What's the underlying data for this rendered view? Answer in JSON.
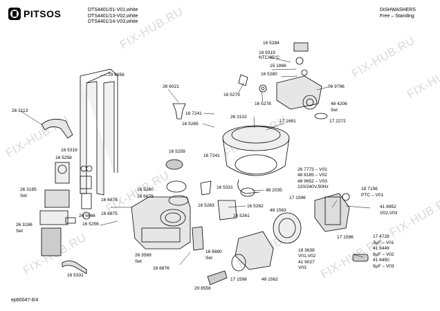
{
  "header": {
    "brand": "PITSOS",
    "models": [
      "DTS4401/01-V01,white",
      "DTS4401/13-V02,white",
      "DTS4401/14-V03,white"
    ],
    "category": "DISHWASHERS",
    "subcategory": "Free – Standing"
  },
  "footer_code": "ep60047-6/4",
  "watermark": "FIX-HUB.RU",
  "labels": [
    {
      "id": "l-165284",
      "text": "16 5284"
    },
    {
      "id": "l-189319",
      "text": "18 9319"
    },
    {
      "id": "l-ntc",
      "text": "NTC/85°C"
    },
    {
      "id": "l-151866",
      "text": "15 1866"
    },
    {
      "id": "l-165280",
      "text": "16 5280"
    },
    {
      "id": "l-069796",
      "text": "06 9796"
    },
    {
      "id": "l-165279",
      "text": "16 5279"
    },
    {
      "id": "l-165278",
      "text": "16 5278"
    },
    {
      "id": "l-484206",
      "text": "48 4206"
    },
    {
      "id": "l-set-484206",
      "text": "Set"
    },
    {
      "id": "l-298656",
      "text": "29 8656"
    },
    {
      "id": "l-266021",
      "text": "26 6021"
    },
    {
      "id": "l-263113",
      "text": "26 3113"
    },
    {
      "id": "l-167241a",
      "text": "16 7241"
    },
    {
      "id": "l-263102",
      "text": "26 3102"
    },
    {
      "id": "l-171681",
      "text": "17 1681"
    },
    {
      "id": "l-172272",
      "text": "17 2272"
    },
    {
      "id": "l-165265",
      "text": "16 5265"
    },
    {
      "id": "l-165318",
      "text": "16 5318"
    },
    {
      "id": "l-165258",
      "text": "16 5258"
    },
    {
      "id": "l-165259",
      "text": "16 5259"
    },
    {
      "id": "l-167241b",
      "text": "16 7241"
    },
    {
      "id": "l-263185",
      "text": "26 3185"
    },
    {
      "id": "l-set-263185",
      "text": "Set"
    },
    {
      "id": "l-165260",
      "text": "16 5260"
    },
    {
      "id": "l-166879",
      "text": "16 6879"
    },
    {
      "id": "l-166878",
      "text": "16 6878"
    },
    {
      "id": "l-165331a",
      "text": "16 5331"
    },
    {
      "id": "l-482035",
      "text": "48 2035"
    },
    {
      "id": "l-267773",
      "text": "26 7773 – V01"
    },
    {
      "id": "l-488185",
      "text": "48 8185 – V02"
    },
    {
      "id": "l-489652",
      "text": "48 9652 – V03"
    },
    {
      "id": "l-volt",
      "text": "220/240V,50Hz"
    },
    {
      "id": "l-187156",
      "text": "18 7156"
    },
    {
      "id": "l-ptc",
      "text": "PTC – V01"
    },
    {
      "id": "l-171596a",
      "text": "17 1596"
    },
    {
      "id": "l-418952",
      "text": "41 8952"
    },
    {
      "id": "l-v0203",
      "text": "V02,V03"
    },
    {
      "id": "l-165263",
      "text": "16 5263"
    },
    {
      "id": "l-165262",
      "text": "16 5262"
    },
    {
      "id": "l-165261",
      "text": "16 5261"
    },
    {
      "id": "l-481563",
      "text": "48 1563"
    },
    {
      "id": "l-263186",
      "text": "26 3186"
    },
    {
      "id": "l-set-263186",
      "text": "Set"
    },
    {
      "id": "l-265666",
      "text": "26 5666"
    },
    {
      "id": "l-166875",
      "text": "16 6875"
    },
    {
      "id": "l-165256",
      "text": "16 5256"
    },
    {
      "id": "l-171596b",
      "text": "17 1596"
    },
    {
      "id": "l-174728",
      "text": "17 4728"
    },
    {
      "id": "l-3uf",
      "text": "3µF – V01"
    },
    {
      "id": "l-416449",
      "text": "41 6449"
    },
    {
      "id": "l-8uf",
      "text": "8µF – V02"
    },
    {
      "id": "l-416450",
      "text": "41 6450"
    },
    {
      "id": "l-9uf",
      "text": "9µF – V03"
    },
    {
      "id": "l-183638",
      "text": "18 3638"
    },
    {
      "id": "l-v0102",
      "text": "V01,V02"
    },
    {
      "id": "l-419027",
      "text": "41 9027"
    },
    {
      "id": "l-v03",
      "text": "V03"
    },
    {
      "id": "l-263589",
      "text": "26 3589"
    },
    {
      "id": "l-set-263589",
      "text": "Set"
    },
    {
      "id": "l-166880",
      "text": "16 6880"
    },
    {
      "id": "l-set-166880",
      "text": "Set"
    },
    {
      "id": "l-165331b",
      "text": "16 5331"
    },
    {
      "id": "l-166876",
      "text": "16 6876"
    },
    {
      "id": "l-171598",
      "text": "17 1598"
    },
    {
      "id": "l-481562",
      "text": "48 1562"
    },
    {
      "id": "l-298556",
      "text": "29 8556"
    }
  ]
}
